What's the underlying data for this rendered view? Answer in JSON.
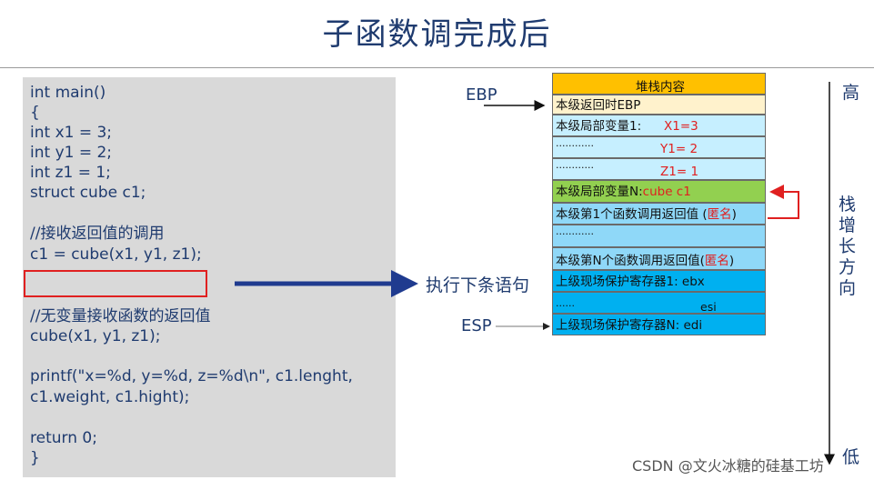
{
  "title": "子函数调完成后",
  "code_lines": [
    "int main()",
    "{",
    "int x1 = 3;",
    "int y1 = 2;",
    "int z1 = 1;",
    "struct cube c1;",
    "",
    "//接收返回值的调用",
    "c1 = cube(x1, y1, z1);",
    "",
    "",
    "//无变量接收函数的返回值",
    "cube(x1, y1, z1);",
    "",
    "printf(\"x=%d, y=%d, z=%d\\n\", c1.lenght,",
    "c1.weight, c1.hight);",
    "",
    "return 0;",
    "}"
  ],
  "labels": {
    "ebp": "EBP",
    "esp": "ESP",
    "exec_next": "执行下条语句",
    "high": "高",
    "low": "低",
    "growth": [
      "栈",
      "增",
      "长",
      "方",
      "向"
    ],
    "watermark": "CSDN @文火冰糖的硅基工坊"
  },
  "stack": {
    "header": "堆栈内容",
    "ret_ebp": "本级返回时EBP",
    "local1_label": "本级局部变量1:",
    "x1": "X1=3",
    "y1": "Y1= 2",
    "z1": "Z1= 1",
    "dots": "............",
    "localN_label": "本级局部变量N:",
    "cube_c1": "cube c1",
    "ret1_label": "本级第1个函数调用返回值 (",
    "anon1": "匿名",
    "close_paren": ")",
    "retN_label": "本级第N个函数调用返回值(",
    "anon2": "匿名",
    "reg1_label": "上级现场保护寄存器1: ebx",
    "esi_dots": "......",
    "esi": "esi",
    "regN_label": "上级现场保护寄存器N: edi"
  },
  "colors": {
    "header": "#ffc000",
    "ret_ebp": "#fff2cc",
    "local": "#c6efff",
    "local_n": "#92d050",
    "ret_vals": "#8fd8f8",
    "regs": "#00b0f0",
    "accent_red": "#e02020",
    "arrow_blue": "#1f3b8f",
    "text_blue": "#1f3b6f"
  }
}
